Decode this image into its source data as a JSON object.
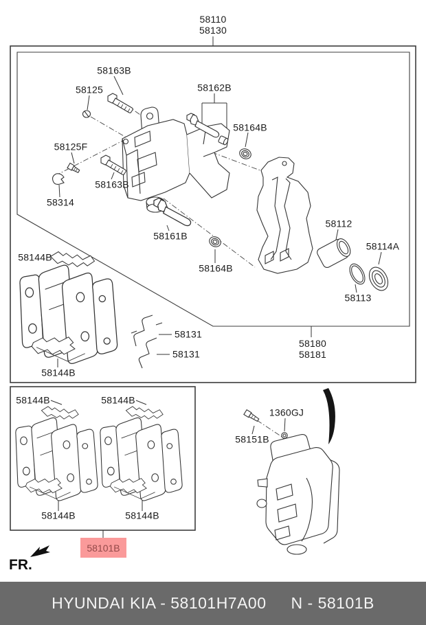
{
  "colors": {
    "line": "#333333",
    "frame": "#3c3c3c",
    "highlight_bg": "#fa9a9a",
    "highlight_text": "#934949",
    "footer_bg": "#6a6a6a",
    "footer_text": "#f4f4f4"
  },
  "top_assembly": {
    "code1": "58110",
    "code2": "58130"
  },
  "exploded_view": {
    "bolt_upper": "58163B",
    "cap_58125": "58125",
    "guide_rod_upper": "58162B",
    "bushing_upper": "58164B",
    "screw_58125f": "58125F",
    "bolt_lower": "58163B",
    "clip_58314": "58314",
    "guide_rod_lower": "58161B",
    "bushing_lower": "58164B",
    "piston": "58112",
    "piston_boot": "58114A",
    "piston_seal": "58113",
    "pad_retainer_top": "58144B",
    "pad_retainer_bottom": "58144B",
    "pad_spring_a": "58131",
    "pad_spring_b": "58131",
    "carrier_code1": "58180",
    "carrier_code2": "58181"
  },
  "pad_kit": {
    "set1_retainer_top": "58144B",
    "set2_retainer_top": "58144B",
    "set1_retainer_bottom": "58144B",
    "set2_retainer_bottom": "58144B",
    "kit_code": "58101B"
  },
  "caliper_assembly": {
    "washer": "1360GJ",
    "bleeder_screw": "58151B"
  },
  "orientation": {
    "front_label": "FR."
  },
  "footer": {
    "left": "HYUNDAI  KIA - 58101H7A00",
    "right": "N - 58101B"
  }
}
